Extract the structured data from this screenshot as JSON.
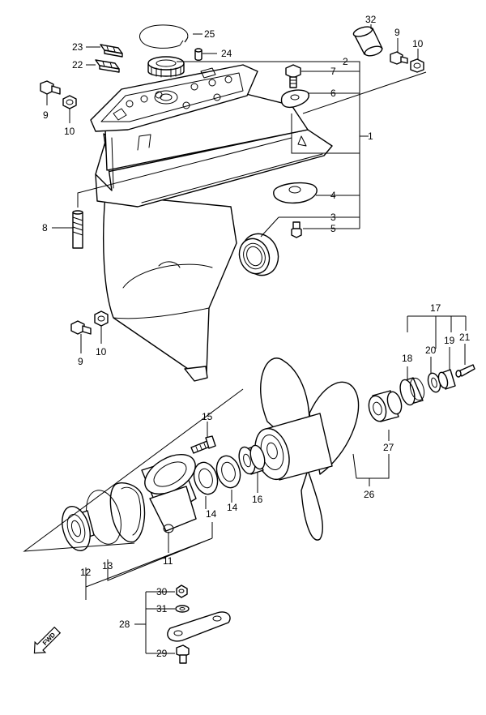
{
  "diagram": {
    "fwd_label": "FWD",
    "callouts": {
      "c1": "1",
      "c2": "2",
      "c3": "3",
      "c4": "4",
      "c5": "5",
      "c6": "6",
      "c7": "7",
      "c8": "8",
      "c9a": "9",
      "c9b": "9",
      "c9c": "9",
      "c10a": "10",
      "c10b": "10",
      "c10c": "10",
      "c11": "11",
      "c12": "12",
      "c13": "13",
      "c14a": "14",
      "c14b": "14",
      "c15": "15",
      "c16": "16",
      "c17": "17",
      "c18": "18",
      "c19": "19",
      "c20": "20",
      "c21": "21",
      "c22": "22",
      "c23": "23",
      "c24": "24",
      "c25": "25",
      "c26": "26",
      "c27": "27",
      "c28": "28",
      "c29": "29",
      "c30": "30",
      "c31": "31",
      "c32": "32"
    }
  }
}
